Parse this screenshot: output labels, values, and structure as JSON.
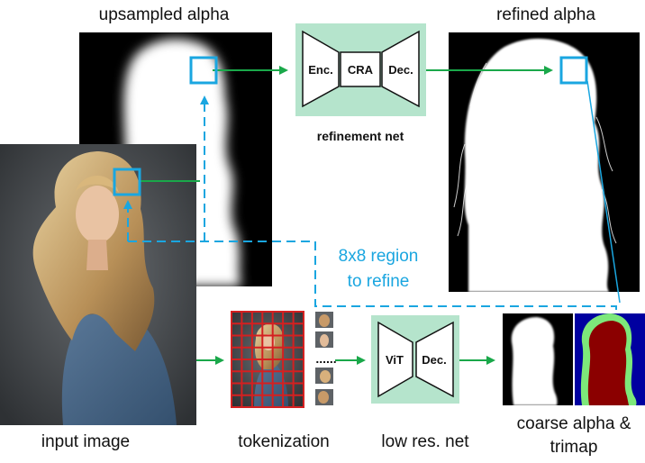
{
  "labels": {
    "upsampled_alpha": "upsampled alpha",
    "refined_alpha": "refined alpha",
    "refinement_net": "refinement net",
    "input_image": "input image",
    "tokenization": "tokenization",
    "low_res_net": "low res. net",
    "coarse_alpha_line1": "coarse alpha &",
    "coarse_alpha_line2": "trimap",
    "region_note_line1": "8x8 region",
    "region_note_line2": "to refine"
  },
  "blocks": {
    "enc": "Enc.",
    "cra": "CRA",
    "dec": "Dec.",
    "vit": "ViT",
    "dec_low": "Dec."
  },
  "tokens_ellipsis": "......",
  "colors": {
    "arrow_green": "#1aa84a",
    "region_blue": "#1aa6e0",
    "net_bg": "#b5e4cc",
    "grid_red": "#d42020",
    "trimap_fg": "#8b0000",
    "trimap_bg": "#0000a0",
    "trimap_unknown": "#7de87a"
  },
  "icons": {
    "arrow": "arrowhead-icon",
    "region": "square-outline-icon"
  }
}
